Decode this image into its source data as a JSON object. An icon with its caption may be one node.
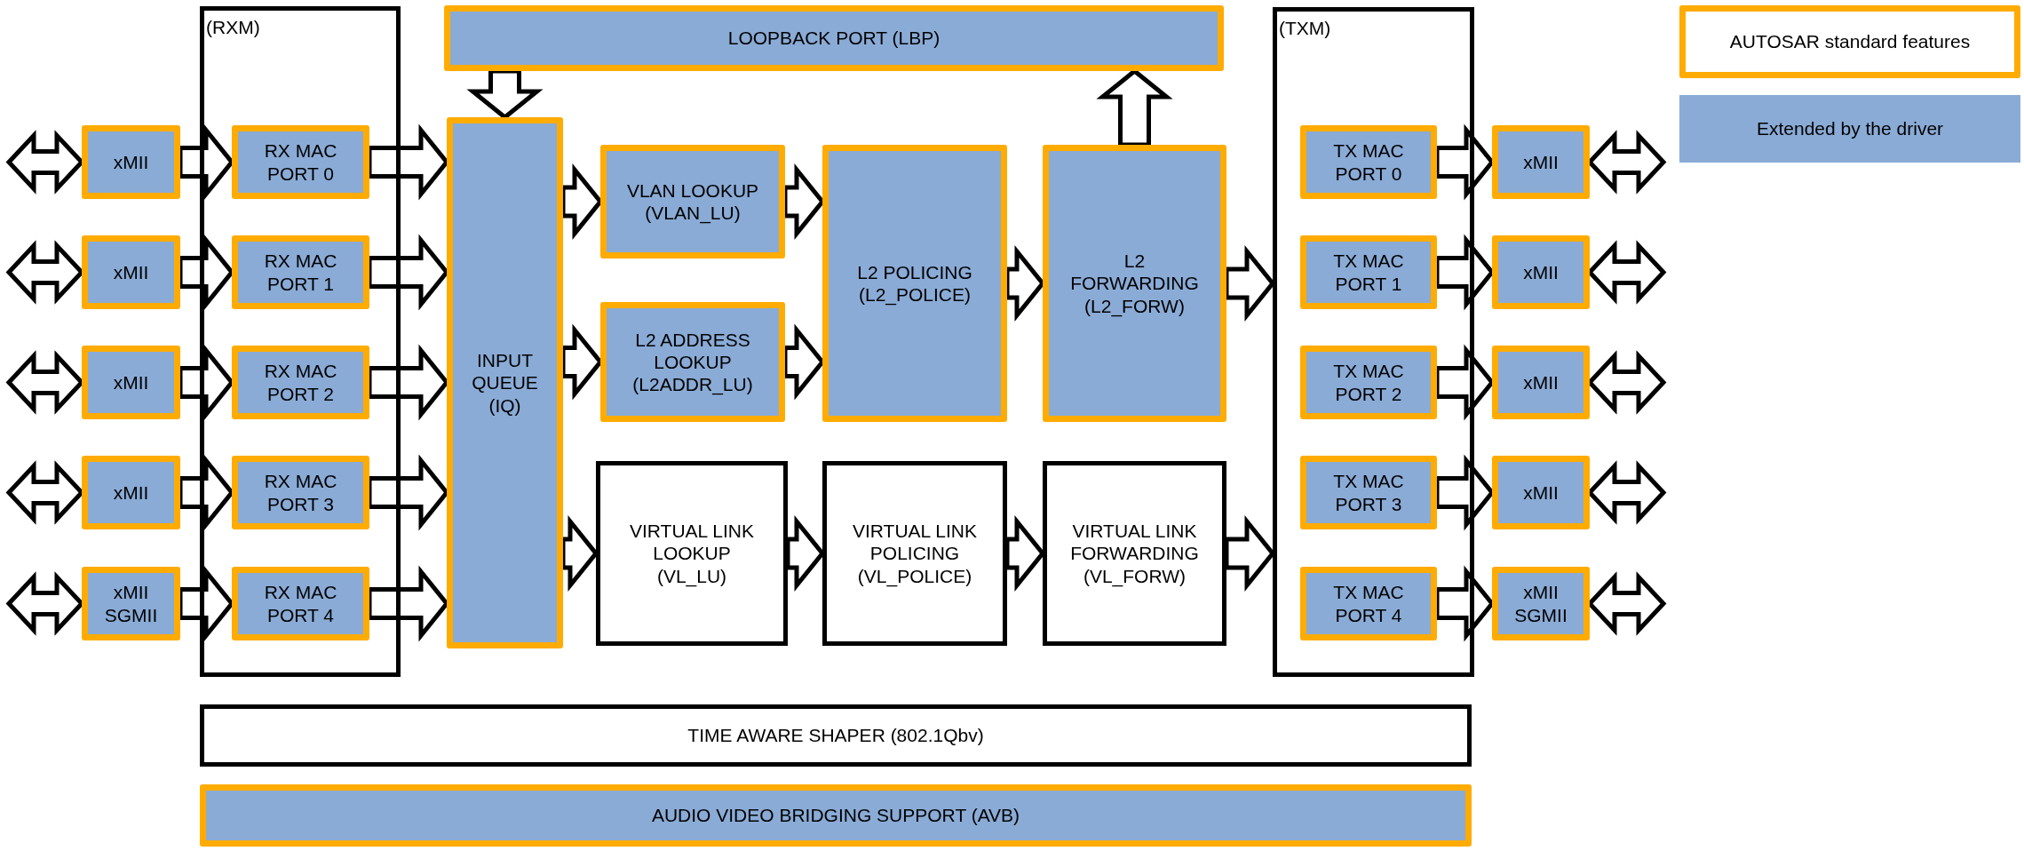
{
  "diagram": {
    "nodes": [
      {
        "text": [
          "(RXM)"
        ]
      },
      {
        "text": [
          "xMII"
        ]
      },
      {
        "text": [
          "xMII"
        ]
      },
      {
        "text": [
          "xMII"
        ]
      },
      {
        "text": [
          "xMII"
        ]
      },
      {
        "text": [
          "xMII SGMII"
        ]
      },
      {
        "text": [
          "RX MAC PORT 0"
        ],
        "in": 0
      },
      {
        "text": [
          "RX MAC PORT 1"
        ],
        "in": 0
      },
      {
        "text": [
          "RX MAC PORT 2"
        ],
        "in": 0
      },
      {
        "text": [
          "RX MAC PORT 3"
        ],
        "in": 0
      },
      {
        "text": [
          "RX MAC PORT 4"
        ],
        "in": 0
      },
      {
        "text": [
          "LOOPBACK PORT (LBP)"
        ]
      },
      {
        "text": [
          "INPUT QUEUE (IQ)"
        ]
      },
      {
        "text": [
          "VLAN LOOKUP (VLAN_LU)"
        ]
      },
      {
        "text": [
          "L2 ADDRESS LOOKUP (L2ADDR_LU)"
        ]
      },
      {
        "text": [
          "L2 POLICING (L2_POLICE)"
        ]
      },
      {
        "text": [
          "L2 FORWARDING (L2_FORW)"
        ]
      },
      {
        "text": [
          "VIRTUAL LINK LOOKUP (VL_LU)"
        ]
      },
      {
        "text": [
          "VIRTUAL LINK POLICING (VL_POLICE)"
        ]
      },
      {
        "text": [
          "VIRTUAL LINK FORWARDING (VL_FORW)"
        ]
      },
      {
        "text": [
          "(TXM)"
        ]
      },
      {
        "text": [
          "TX MAC PORT 0"
        ],
        "in": 20
      },
      {
        "text": [
          "TX MAC PORT 1"
        ],
        "in": 20
      },
      {
        "text": [
          "TX MAC PORT 2"
        ],
        "in": 20
      },
      {
        "text": [
          "TX MAC PORT 3"
        ],
        "in": 20
      },
      {
        "text": [
          "TX MAC PORT 4"
        ],
        "in": 20
      },
      {
        "text": [
          "xMII"
        ]
      },
      {
        "text": [
          "xMII"
        ]
      },
      {
        "text": [
          "xMII"
        ]
      },
      {
        "text": [
          "xMII"
        ]
      },
      {
        "text": [
          "xMII SGMII"
        ]
      },
      {
        "text": [
          "TIME AWARE SHAPER (802.1Qbv)"
        ]
      },
      {
        "text": [
          "AUDIO VIDEO BRIDGING SUPPORT (AVB)"
        ]
      }
    ],
    "edges": [
      {
        "from": null,
        "to": 1,
        "arrow": "both"
      },
      {
        "from": null,
        "to": 2,
        "arrow": "both"
      },
      {
        "from": null,
        "to": 3,
        "arrow": "both"
      },
      {
        "from": null,
        "to": 4,
        "arrow": "both"
      },
      {
        "from": null,
        "to": 5,
        "arrow": "both"
      },
      {
        "from": 1,
        "to": 6,
        "arrow": "to"
      },
      {
        "from": 2,
        "to": 7,
        "arrow": "to"
      },
      {
        "from": 3,
        "to": 8,
        "arrow": "to"
      },
      {
        "from": 4,
        "to": 9,
        "arrow": "to"
      },
      {
        "from": 5,
        "to": 10,
        "arrow": "to"
      },
      {
        "from": 6,
        "to": 12,
        "arrow": "to"
      },
      {
        "from": 7,
        "to": 12,
        "arrow": "to"
      },
      {
        "from": 8,
        "to": 12,
        "arrow": "to"
      },
      {
        "from": 9,
        "to": 12,
        "arrow": "to"
      },
      {
        "from": 10,
        "to": 12,
        "arrow": "to"
      },
      {
        "from": 11,
        "to": 12,
        "arrow": "to"
      },
      {
        "from": 12,
        "to": 13,
        "arrow": "to"
      },
      {
        "from": 12,
        "to": 14,
        "arrow": "to"
      },
      {
        "from": 12,
        "to": 17,
        "arrow": "to"
      },
      {
        "from": 13,
        "to": 15,
        "arrow": "to"
      },
      {
        "from": 14,
        "to": 15,
        "arrow": "to"
      },
      {
        "from": 15,
        "to": 16,
        "arrow": "to"
      },
      {
        "from": 16,
        "to": 11,
        "arrow": "to"
      },
      {
        "from": 16,
        "to": 20,
        "arrow": "to"
      },
      {
        "from": 17,
        "to": 18,
        "arrow": "to"
      },
      {
        "from": 18,
        "to": 19,
        "arrow": "to"
      },
      {
        "from": 19,
        "to": 20,
        "arrow": "to"
      },
      {
        "from": 21,
        "to": 26,
        "arrow": "to"
      },
      {
        "from": 22,
        "to": 27,
        "arrow": "to"
      },
      {
        "from": 23,
        "to": 28,
        "arrow": "to"
      },
      {
        "from": 24,
        "to": 29,
        "arrow": "to"
      },
      {
        "from": 25,
        "to": 30,
        "arrow": "to"
      },
      {
        "from": 26,
        "to": null,
        "arrow": "both"
      },
      {
        "from": 27,
        "to": null,
        "arrow": "both"
      },
      {
        "from": 28,
        "to": null,
        "arrow": "both"
      },
      {
        "from": 29,
        "to": null,
        "arrow": "both"
      },
      {
        "from": 30,
        "to": null,
        "arrow": "both"
      }
    ],
    "legend": [
      {
        "text": "AUTOSAR standard features"
      },
      {
        "text": "Extended by the driver",
        "color": "#8aabd6"
      }
    ]
  }
}
